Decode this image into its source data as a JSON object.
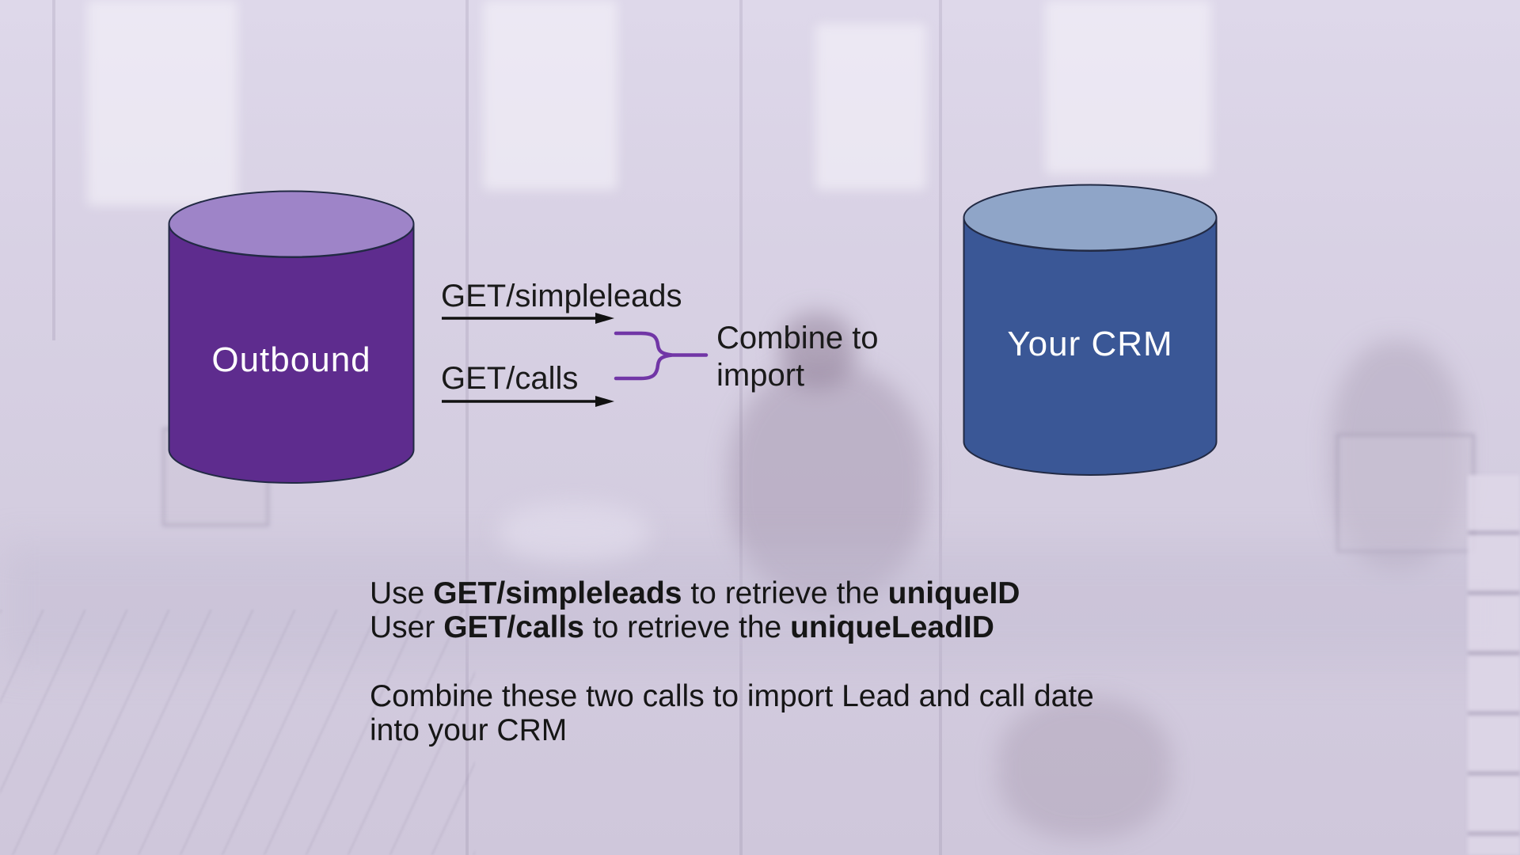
{
  "diagram": {
    "source_cylinder": {
      "label": "Outbound",
      "body_color": "#5e2c8e",
      "top_color": "#9e84c8",
      "outline_color": "#222a44"
    },
    "target_cylinder": {
      "label": "Your CRM",
      "body_color": "#3a5796",
      "top_color": "#8fa5c8",
      "outline_color": "#222a44"
    },
    "calls": [
      {
        "label": "GET/simpleleads"
      },
      {
        "label": "GET/calls"
      }
    ],
    "combine_note": "Combine to import",
    "arrow_color": "#111111",
    "brace_color": "#7136a6"
  },
  "body_text": {
    "line1": {
      "seg0": "Use ",
      "seg1": "GET/simpleleads",
      "seg2": " to retrieve the ",
      "seg3": "uniqueID"
    },
    "line2": {
      "seg0": "User ",
      "seg1": "GET/calls",
      "seg2": " to retrieve the ",
      "seg3": "uniqueLeadID"
    },
    "line3": "Combine these two calls to import Lead and call date",
    "line4": "into your CRM"
  }
}
